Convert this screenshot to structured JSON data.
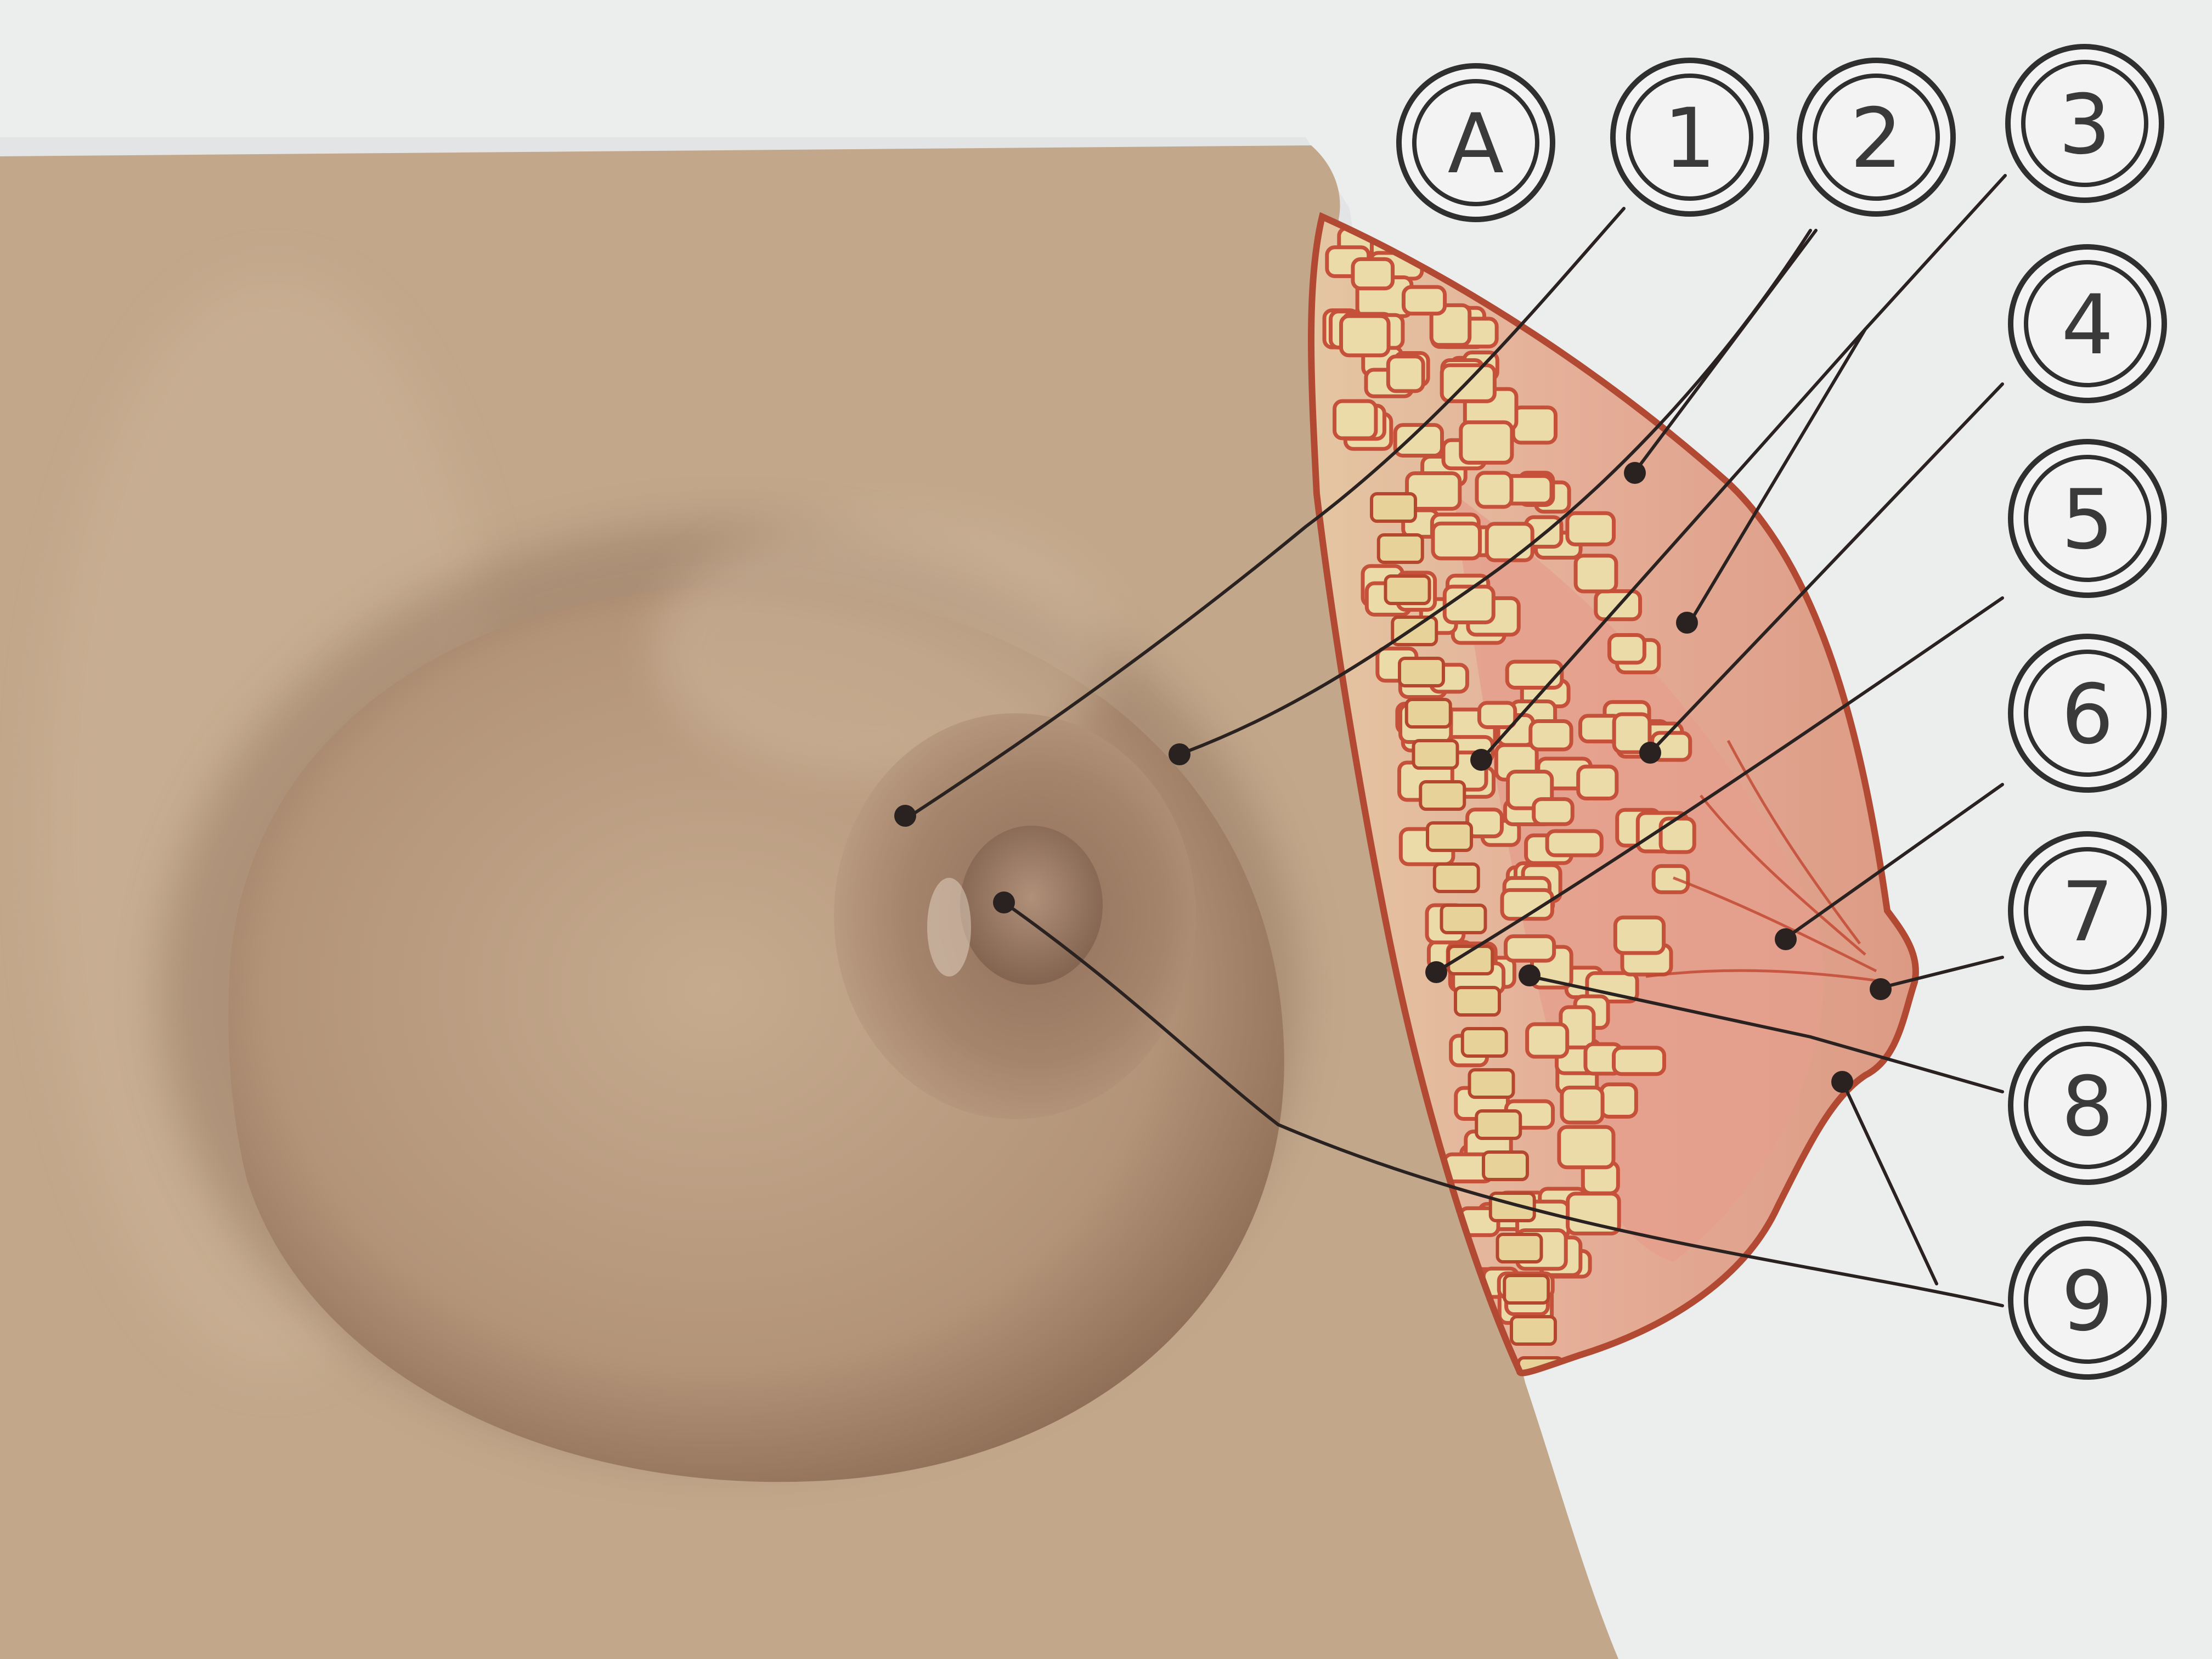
{
  "figure": {
    "view_label": "A",
    "callout_numbers": [
      "1",
      "2",
      "3",
      "4",
      "5",
      "6",
      "7",
      "8",
      "9"
    ]
  },
  "colors": {
    "backdrop": "#e3e4e6",
    "paper": "#eeeff0",
    "skin": "#c3a88c",
    "skin_shadow": "#8e6f57",
    "areola": "#9b7a63",
    "section_tissue": "#e2a791",
    "section_outline": "#b9452f",
    "fat_lobule": "#e9d8a6",
    "leader_line": "#2a2220",
    "badge_ink": "#2f2f2f"
  },
  "icons": {
    "callout_badge": "double-ring-circle",
    "leader_endpoint": "dot"
  }
}
